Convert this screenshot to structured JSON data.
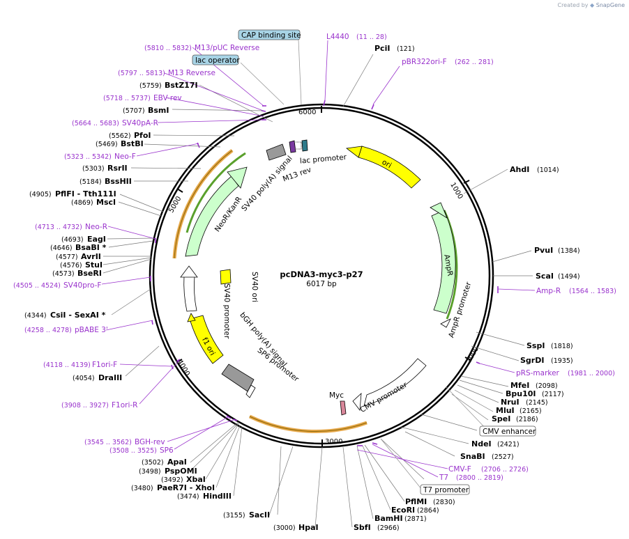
{
  "credit": {
    "prefix": "Created by",
    "brand": "SnapGene"
  },
  "plasmid": {
    "name": "pcDNA3-myc3-p27",
    "length": "6017 bp"
  },
  "ticks": [
    "6000",
    "1000",
    "2000",
    "3000",
    "4000",
    "5000"
  ],
  "colors": {
    "ori": "#ffff00",
    "resistance": "#ccffcc",
    "promoter": "#ffffff",
    "gray": "#999999",
    "primer": "#9932cc",
    "orf_line": "#e6a84b",
    "orf_line2": "#5aa02c",
    "box_blue": "#a8d4e6"
  },
  "features": {
    "ori": "ori",
    "ampr": "AmpR",
    "ampr_promoter": "AmpR promoter",
    "cmv_promoter": "CMV promoter",
    "myc": "Myc",
    "sp6_promoter": "SP6 promoter",
    "bgh": "bGH poly(A) signal",
    "f1ori": "f1 ori",
    "sv40_promoter": "SV40 promoter",
    "sv40_ori": "SV40 ori",
    "neor": "NeoR/KanR",
    "sv40_polya": "SV40 poly(A) signal",
    "m13rev": "M13 rev",
    "lac_promoter": "lac promoter"
  },
  "boxes": {
    "cap": "CAP binding site",
    "lacop": "lac operator",
    "cmv_enhancer": "CMV enhancer",
    "t7_promoter": "T7 promoter"
  },
  "sites_right": [
    {
      "name": "PciI",
      "pos": "(121)"
    },
    {
      "name": "AhdI",
      "pos": "(1014)"
    },
    {
      "name": "PvuI",
      "pos": "(1384)"
    },
    {
      "name": "ScaI",
      "pos": "(1494)"
    },
    {
      "name": "SspI",
      "pos": "(1818)"
    },
    {
      "name": "SgrDI",
      "pos": "(1935)"
    },
    {
      "name": "MfeI",
      "pos": "(2098)"
    },
    {
      "name": "Bpu10I",
      "pos": "(2117)"
    },
    {
      "name": "NruI",
      "pos": "(2145)"
    },
    {
      "name": "MluI",
      "pos": "(2165)"
    },
    {
      "name": "SpeI",
      "pos": "(2186)"
    },
    {
      "name": "NdeI",
      "pos": "(2421)"
    },
    {
      "name": "SnaBI",
      "pos": "(2527)"
    },
    {
      "name": "PflMI",
      "pos": "(2830)"
    },
    {
      "name": "EcoRI",
      "pos": "(2864)"
    },
    {
      "name": "BamHI",
      "pos": "(2871)"
    },
    {
      "name": "SbfI",
      "pos": "(2966)"
    },
    {
      "name": "HpaI",
      "pos": "(3000)"
    }
  ],
  "sites_left": [
    {
      "name": "BstZ17I",
      "pos": "(5759)"
    },
    {
      "name": "BsmI",
      "pos": "(5707)"
    },
    {
      "name": "PfoI",
      "pos": "(5562)"
    },
    {
      "name": "BstBI",
      "pos": "(5469)"
    },
    {
      "name": "RsrII",
      "pos": "(5303)"
    },
    {
      "name": "BssHII",
      "pos": "(5184)"
    },
    {
      "name": "PflFI - Tth111I",
      "pos": "(4905)"
    },
    {
      "name": "MscI",
      "pos": "(4869)"
    },
    {
      "name": "EagI",
      "pos": "(4693)"
    },
    {
      "name": "BsaBI *",
      "pos": "(4646)"
    },
    {
      "name": "AvrII",
      "pos": "(4577)"
    },
    {
      "name": "StuI",
      "pos": "(4576)"
    },
    {
      "name": "BseRI",
      "pos": "(4573)"
    },
    {
      "name": "CsiI - SexAI *",
      "pos": "(4344)"
    },
    {
      "name": "DraIII",
      "pos": "(4054)"
    },
    {
      "name": "ApaI",
      "pos": "(3502)"
    },
    {
      "name": "PspOMI",
      "pos": "(3498)"
    },
    {
      "name": "XbaI",
      "pos": "(3492)"
    },
    {
      "name": "PaeR7I - XhoI",
      "pos": "(3480)"
    },
    {
      "name": "HindIII",
      "pos": "(3474)"
    },
    {
      "name": "SacII",
      "pos": "(3155)"
    }
  ],
  "primers_right": [
    {
      "name": "L4440",
      "pos": "(11 .. 28)"
    },
    {
      "name": "pBR322ori-F",
      "pos": "(262 .. 281)"
    },
    {
      "name": "Amp-R",
      "pos": "(1564 .. 1583)"
    },
    {
      "name": "pRS-marker",
      "pos": "(1981 .. 2000)"
    },
    {
      "name": "CMV-F",
      "pos": "(2706 .. 2726)"
    },
    {
      "name": "T7",
      "pos": "(2800 .. 2819)"
    }
  ],
  "primers_left": [
    {
      "name": "M13/pUC Reverse",
      "pos": "(5810 .. 5832)"
    },
    {
      "name": "M13 Reverse",
      "pos": "(5797 .. 5813)"
    },
    {
      "name": "EBV-rev",
      "pos": "(5718 .. 5737)"
    },
    {
      "name": "SV40pA-R",
      "pos": "(5664 .. 5683)"
    },
    {
      "name": "Neo-F",
      "pos": "(5323 .. 5342)"
    },
    {
      "name": "Neo-R",
      "pos": "(4713 .. 4732)"
    },
    {
      "name": "SV40pro-F",
      "pos": "(4505 .. 4524)"
    },
    {
      "name": "pBABE 3'",
      "pos": "(4258 .. 4278)"
    },
    {
      "name": "F1ori-F",
      "pos": "(4118 .. 4139)"
    },
    {
      "name": "F1ori-R",
      "pos": "(3908 .. 3927)"
    },
    {
      "name": "BGH-rev",
      "pos": "(3545 .. 3562)"
    },
    {
      "name": "SP6",
      "pos": "(3508 .. 3525)"
    }
  ]
}
